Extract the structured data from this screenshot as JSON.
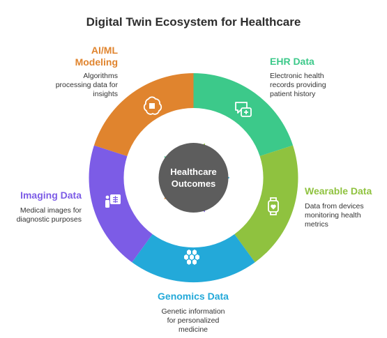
{
  "title": "Digital Twin Ecosystem for Healthcare",
  "center": {
    "line1": "Healthcare",
    "line2": "Outcomes",
    "color": "#5d5d5d"
  },
  "segments": [
    {
      "key": "ehr",
      "title": "EHR Data",
      "desc": [
        "Electronic health",
        "records providing",
        "patient history"
      ],
      "color": "#3cc98a",
      "icon": "chat-plus-icon"
    },
    {
      "key": "wearable",
      "title": "Wearable Data",
      "desc": [
        "Data from devices",
        "monitoring health",
        "metrics"
      ],
      "color": "#8fc23f",
      "icon": "smartwatch-heart-icon"
    },
    {
      "key": "genomics",
      "title": "Genomics Data",
      "desc": [
        "Genetic information",
        "for personalized",
        "medicine"
      ],
      "color": "#23a9d9",
      "icon": "hexagon-cluster-icon"
    },
    {
      "key": "imaging",
      "title": "Imaging Data",
      "desc": [
        "Medical images for",
        "diagnostic purposes"
      ],
      "color": "#7c5ce6",
      "icon": "xray-person-icon"
    },
    {
      "key": "ai",
      "title_lines": [
        "AI/ML",
        "Modeling"
      ],
      "desc": [
        "Algorithms",
        "processing data for",
        "insights"
      ],
      "color": "#e0842e",
      "icon": "brain-chip-icon"
    }
  ]
}
